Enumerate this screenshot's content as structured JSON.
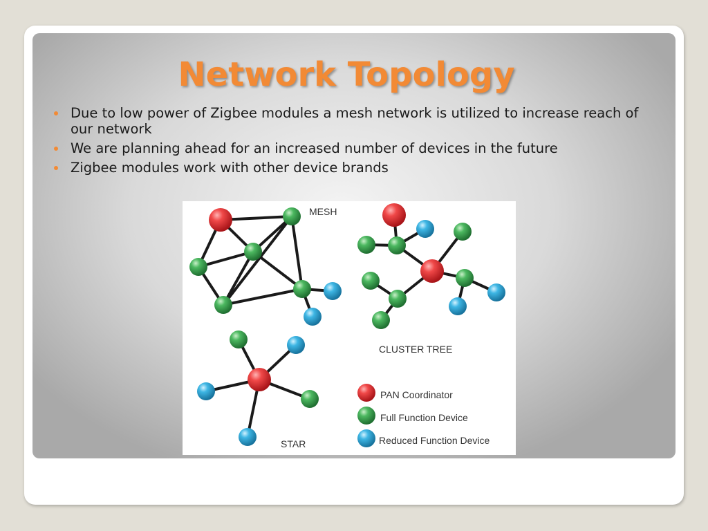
{
  "slide": {
    "title": "Network Topology",
    "bullets": [
      "Due to low power of Zigbee modules a mesh network is utilized to increase reach of our network",
      "We are planning ahead for an increased number of devices in the future",
      "Zigbee modules work with other device brands"
    ]
  },
  "diagram": {
    "labels": {
      "mesh": "MESH",
      "cluster_tree": "CLUSTER TREE",
      "star": "STAR"
    },
    "legend": [
      {
        "label": "PAN Coordinator",
        "color": "#e8323a"
      },
      {
        "label": "Full Function Device",
        "color": "#3aa14e"
      },
      {
        "label": "Reduced Function Device",
        "color": "#2a9fd0"
      }
    ]
  },
  "colors": {
    "title": "#f28a35",
    "bullet": "#f28a35",
    "coordinator": "#e8323a",
    "full_function": "#3aa14e",
    "reduced_function": "#2a9fd0"
  }
}
